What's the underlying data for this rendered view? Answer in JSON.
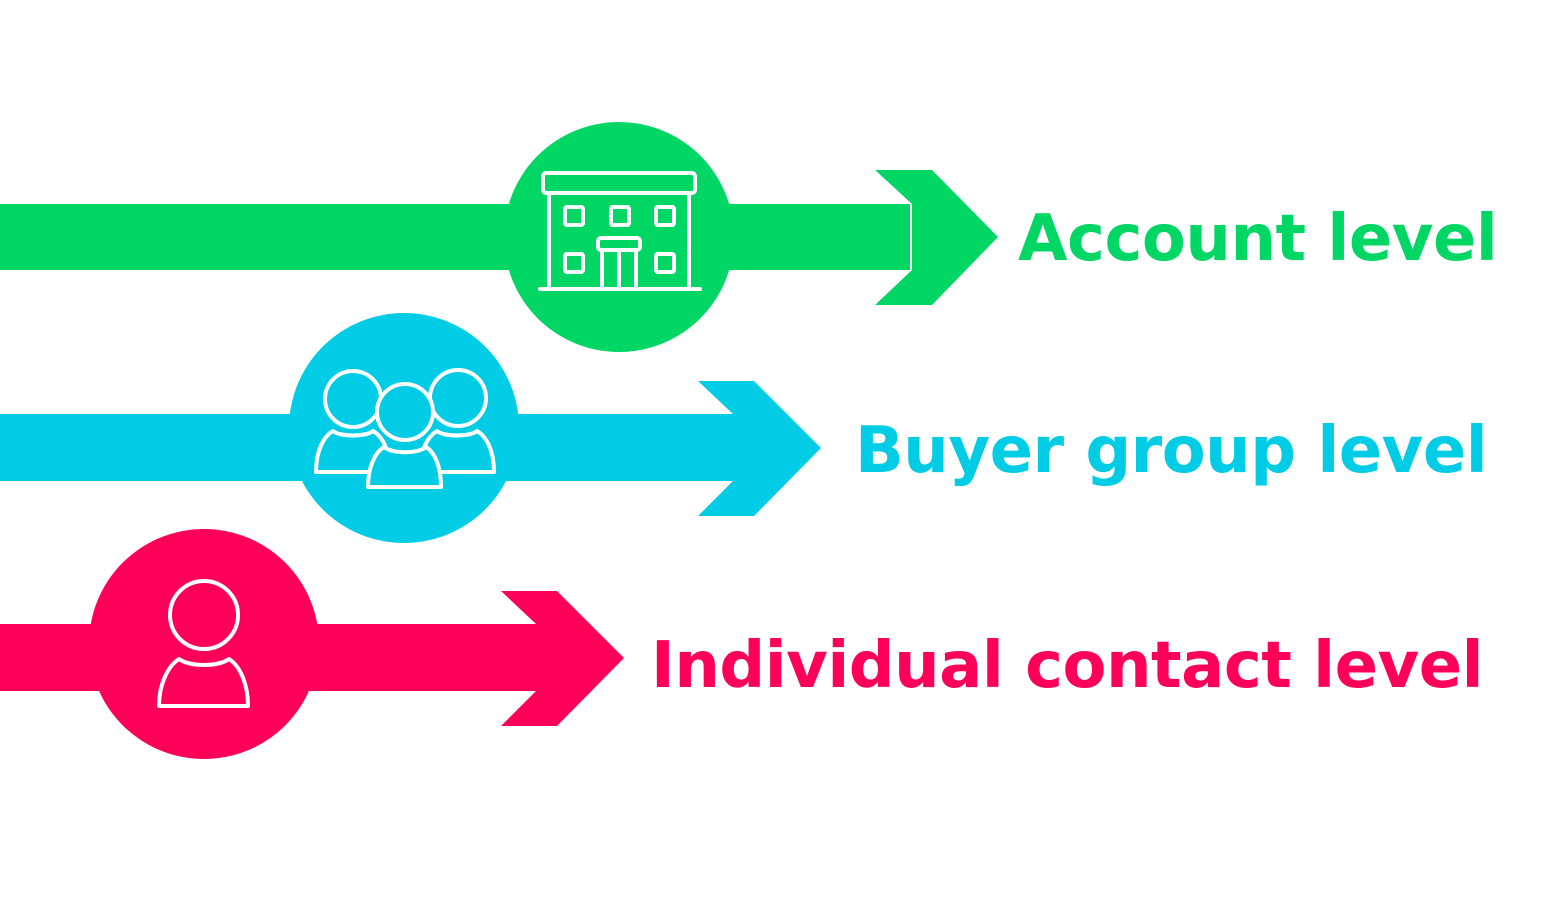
{
  "levels": [
    {
      "id": "account",
      "label": "Account level",
      "color": "#00D664",
      "icon": "building-icon"
    },
    {
      "id": "buyer-group",
      "label": "Buyer group level",
      "color": "#00CCE6",
      "icon": "group-icon"
    },
    {
      "id": "individual-contact",
      "label": "Individual contact level",
      "color": "#FF0059",
      "icon": "person-icon"
    }
  ]
}
